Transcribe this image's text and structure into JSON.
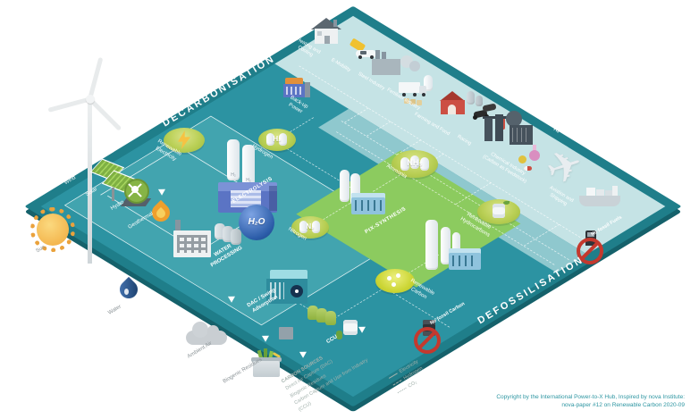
{
  "headline": {
    "decarbonisation": "DECARBONISATION",
    "defossilisation": "DEFOSSILISATION"
  },
  "renewable_inputs": {
    "sun": "Sun",
    "wind": "Wind",
    "solar": "Solar",
    "hydro": "Hydro",
    "geothermal": "Geothermal",
    "water": "Water",
    "ambient_air": "Ambient Air",
    "biogenic_residues": "Biogenic Residues"
  },
  "conversion": {
    "renewable_electricity": "Renewable Electricity",
    "electrolysis": "ELECTROLYSIS",
    "h2_tank_label": "H₂",
    "hydrogen": "Hydrogen",
    "hydrogen_formula": "H₂",
    "h2o": "H₂O",
    "water_processing": "WATER PROCESSING",
    "nitrogen": "Nitrogen",
    "nitrogen_formula": "N₂",
    "backup_power": "Back-up Power",
    "dac": "DAC / Swing Adsorption",
    "ccu": "CCU"
  },
  "synthesis": {
    "ptx": "PtX-SYNTHESIS",
    "ammonia": "Ammonia",
    "ammonia_formula": "NH₃",
    "renewable_hydrocarbons": "Renewable Hydrocarbons",
    "renewable_carbon": "Renewable Carbon",
    "h2_pipeline_note": "H₂"
  },
  "sectors": [
    "Heating and Cooling",
    "E-Mobility",
    "Steel Industry",
    "Fertiliser Industry",
    "Farming and Food",
    "Racing",
    "Chemical Industry (Carbon as Feedstock)",
    "Aviation and Shipping"
  ],
  "bans": {
    "fuels": "No fossil Fuels",
    "carbon": "No fossil Carbon"
  },
  "carbon_sources": {
    "heading": "CARBON SOURCES",
    "items": [
      "Direct Air Capture (DAC)",
      "Biogenic Residues",
      "Carbon Capture and Use from Industry (CCU)"
    ]
  },
  "legend": {
    "items": [
      "Electricity",
      "Hydrogen",
      "CO₂"
    ]
  },
  "copyright": {
    "line1": "Copyright by the International Power-to-X Hub, Inspired by nova Institute:",
    "line2": "nova-paper #12 on Renewable Carbon 2020-09"
  },
  "colors": {
    "board": "#2C93A2",
    "rim": "#1F7E8A",
    "panel": "#42A4AF",
    "applications_band": "#C5E3E5",
    "distribution_band": "#8FC8CE",
    "ptx_green": "#8CCB5F",
    "badge_green": "#B9CF55",
    "accent_yellow": "#F6C243",
    "prohibition_red": "#C4392E",
    "copyright_teal": "#2E96A2"
  }
}
